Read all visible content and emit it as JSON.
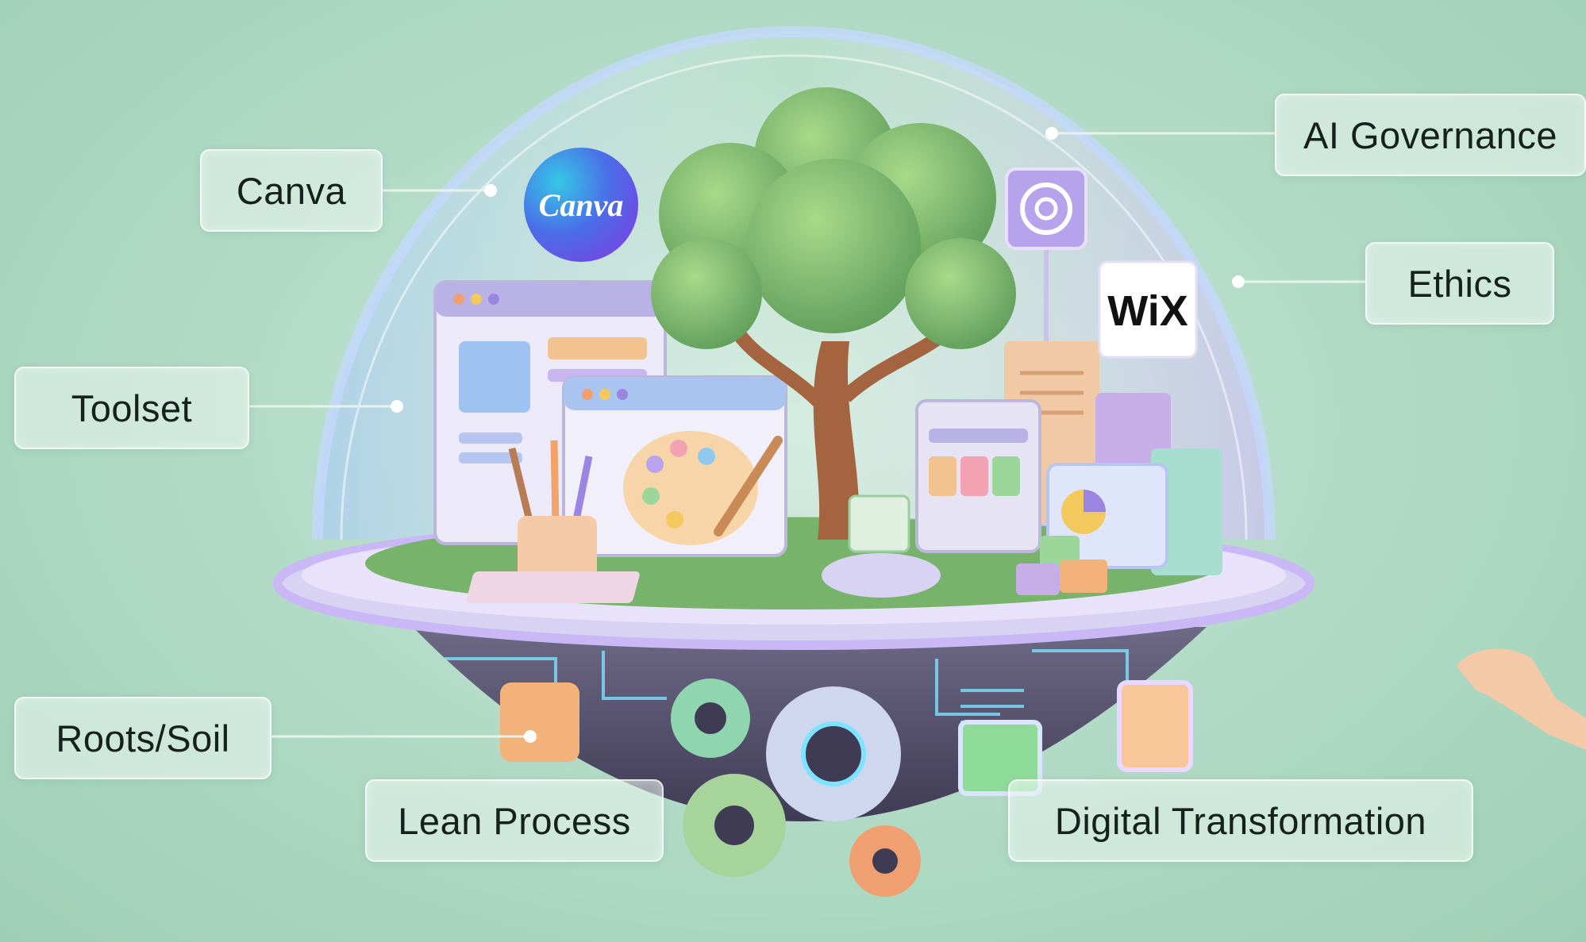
{
  "labels": {
    "canva": "Canva",
    "ai_governance": "AI Governance",
    "ethics": "Ethics",
    "toolset": "Toolset",
    "roots_soil": "Roots/Soil",
    "lean_process": "Lean Process",
    "digital_transformation": "Digital Transformation"
  },
  "logos": {
    "canva": "Canva",
    "wix": "WiX",
    "openai": "openai-knot-icon"
  },
  "colors": {
    "background": "#b4dcc8",
    "dome_glow": "#c9b8f5",
    "label_text": "#16201c"
  }
}
